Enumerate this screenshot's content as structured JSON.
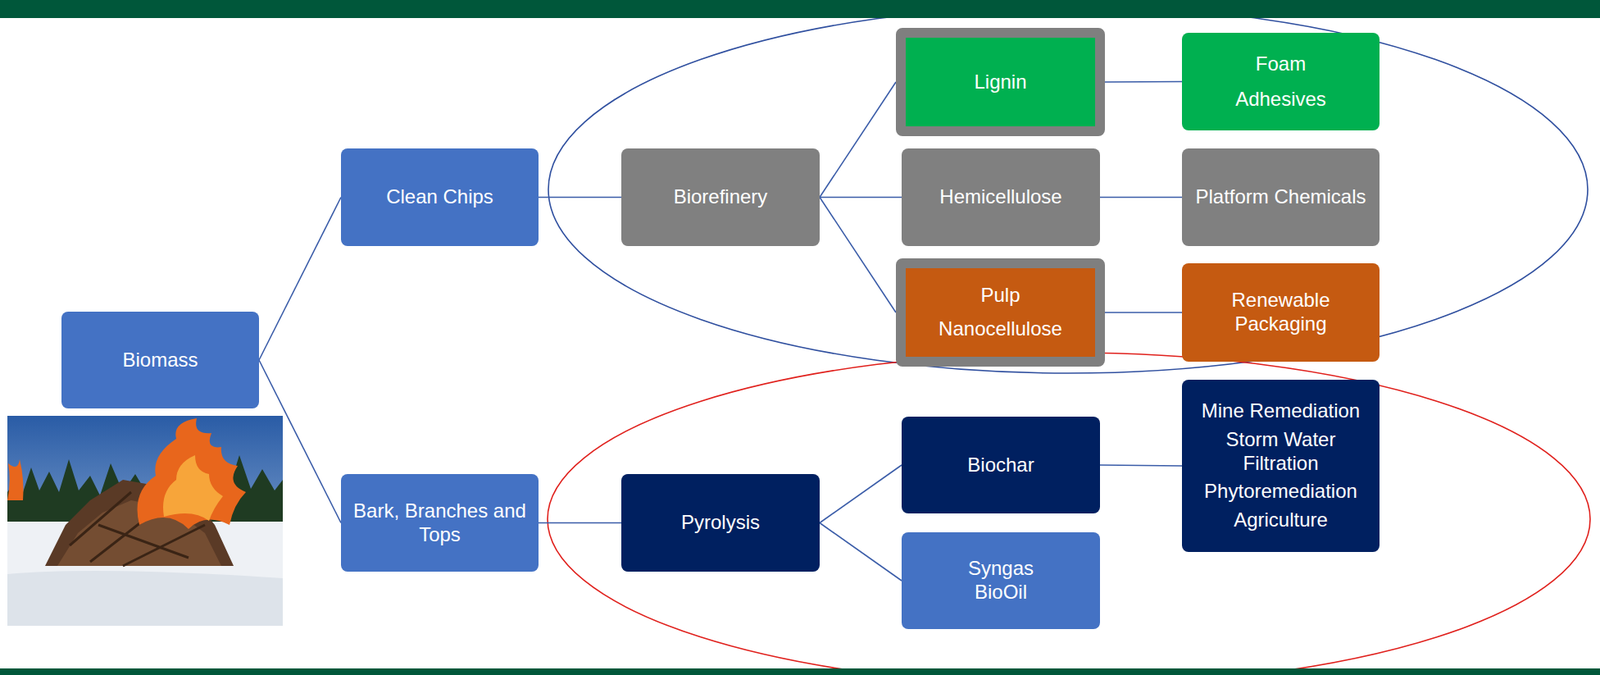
{
  "diagram": {
    "nodes": [
      {
        "text": [
          "Biomass"
        ]
      },
      {
        "text": [
          "Clean Chips"
        ]
      },
      {
        "text": [
          "Bark, Branches and Tops"
        ]
      },
      {
        "text": [
          "Biorefinery"
        ]
      },
      {
        "text": [
          "Pyrolysis"
        ]
      },
      {
        "text": [
          "Lignin"
        ]
      },
      {
        "text": [
          "Hemicellulose"
        ]
      },
      {
        "text": [
          "Pulp",
          "Nanocellulose"
        ]
      },
      {
        "text": [
          "Biochar"
        ]
      },
      {
        "text": [
          "Syngas BioOil"
        ]
      },
      {
        "text": [
          "Foam",
          "Adhesives"
        ]
      },
      {
        "text": [
          "Platform Chemicals"
        ]
      },
      {
        "text": [
          "Renewable Packaging"
        ]
      },
      {
        "text": [
          "Mine Remediation",
          "Storm Water Filtration",
          "Phytoremediation",
          "Agriculture"
        ]
      }
    ],
    "edges": [
      {
        "from": 0,
        "to": 1,
        "arrow": "none"
      },
      {
        "from": 0,
        "to": 2,
        "arrow": "none"
      },
      {
        "from": 1,
        "to": 3,
        "arrow": "none"
      },
      {
        "from": 2,
        "to": 4,
        "arrow": "none"
      },
      {
        "from": 3,
        "to": 5,
        "arrow": "none"
      },
      {
        "from": 3,
        "to": 6,
        "arrow": "none"
      },
      {
        "from": 3,
        "to": 7,
        "arrow": "none"
      },
      {
        "from": 4,
        "to": 8,
        "arrow": "none"
      },
      {
        "from": 4,
        "to": 9,
        "arrow": "none"
      },
      {
        "from": 5,
        "to": 10,
        "arrow": "none"
      },
      {
        "from": 6,
        "to": 11,
        "arrow": "none"
      },
      {
        "from": 7,
        "to": 12,
        "arrow": "none"
      },
      {
        "from": 8,
        "to": 13,
        "arrow": "none"
      }
    ]
  }
}
